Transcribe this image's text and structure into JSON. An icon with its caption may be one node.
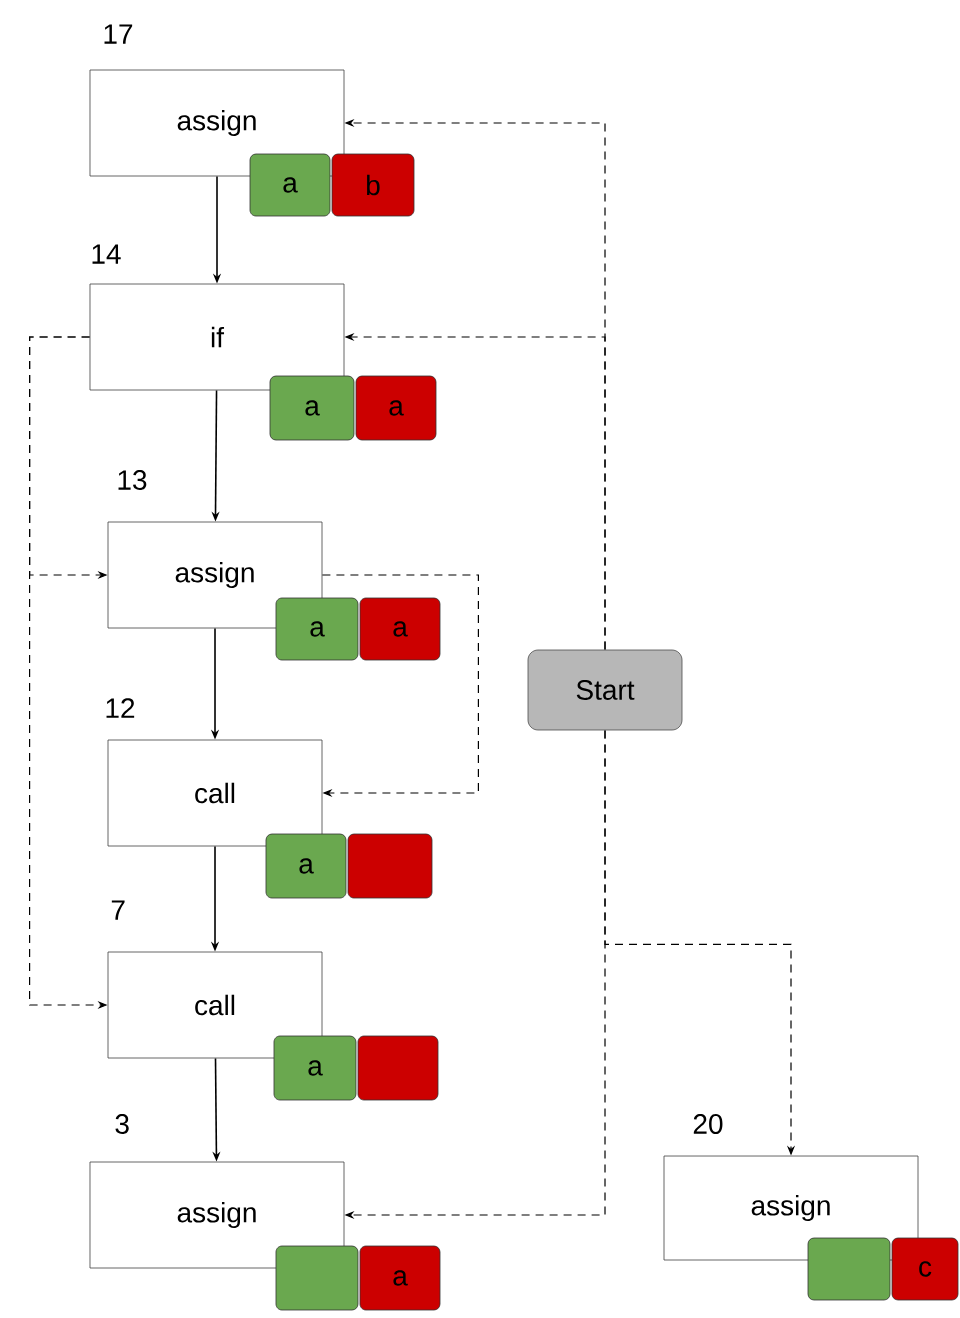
{
  "diagram": {
    "nodes": [
      {
        "text": [
          "assign"
        ],
        "beside": [
          "17"
        ]
      },
      {
        "text": [
          "a"
        ]
      },
      {
        "text": [
          "b"
        ]
      },
      {
        "text": [
          "if"
        ],
        "beside": [
          "14"
        ]
      },
      {
        "text": [
          "a"
        ]
      },
      {
        "text": [
          "a"
        ]
      },
      {
        "text": [
          "assign"
        ],
        "beside": [
          "13"
        ]
      },
      {
        "text": [
          "a"
        ]
      },
      {
        "text": [
          "a"
        ]
      },
      {
        "text": [
          "call"
        ],
        "beside": [
          "12"
        ]
      },
      {
        "text": [
          "a"
        ]
      },
      {
        "text": [],
        "shape": "box"
      },
      {
        "text": [
          "call"
        ],
        "beside": [
          "7"
        ]
      },
      {
        "text": [
          "a"
        ]
      },
      {
        "text": [],
        "shape": "box"
      },
      {
        "text": [
          "Start"
        ]
      },
      {
        "text": [
          "assign"
        ],
        "beside": [
          "3"
        ]
      },
      {
        "text": [],
        "shape": "box"
      },
      {
        "text": [
          "a"
        ]
      },
      {
        "text": [
          "assign"
        ],
        "beside": [
          "20"
        ]
      },
      {
        "text": [],
        "shape": "box"
      },
      {
        "text": [
          "c"
        ]
      }
    ],
    "edges": [
      {
        "from": 0,
        "to": 3,
        "arrow": "to"
      },
      {
        "from": 3,
        "to": 6,
        "arrow": "to"
      },
      {
        "from": 6,
        "to": 9,
        "arrow": "to"
      },
      {
        "from": 9,
        "to": 12,
        "arrow": "to"
      },
      {
        "from": 12,
        "to": 16,
        "arrow": "to"
      },
      {
        "from": 15,
        "to": 0,
        "arrow": "to",
        "style": "dashed"
      },
      {
        "from": 15,
        "to": 3,
        "arrow": "to",
        "style": "dashed"
      },
      {
        "from": 15,
        "to": 16,
        "arrow": "to",
        "style": "dashed"
      },
      {
        "from": 15,
        "to": 19,
        "arrow": "to",
        "style": "dashed"
      },
      {
        "from": 3,
        "to": 6,
        "arrow": "to",
        "style": "dashed"
      },
      {
        "from": 3,
        "to": 12,
        "arrow": "to",
        "style": "dashed"
      },
      {
        "from": 6,
        "to": 9,
        "arrow": "to",
        "style": "dashed"
      }
    ]
  }
}
